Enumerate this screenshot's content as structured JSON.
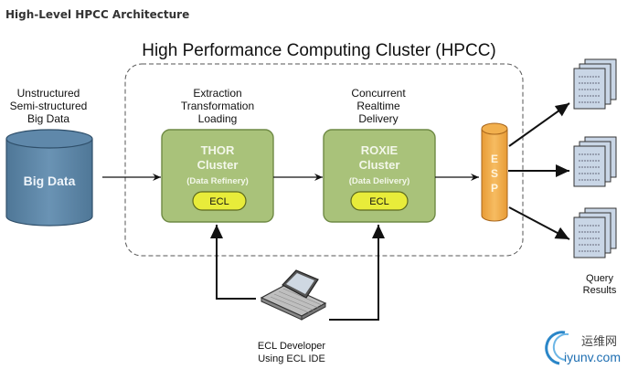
{
  "page_title": "High-Level HPCC Architecture",
  "cluster_title": "High Performance Computing Cluster (HPCC)",
  "source": {
    "caption": [
      "Unstructured",
      "Semi-structured",
      "Big Data"
    ],
    "label": "Big Data"
  },
  "thor": {
    "caption": [
      "Extraction",
      "Transformation",
      "Loading"
    ],
    "title": [
      "THOR",
      "Cluster"
    ],
    "subtitle": "(Data Refinery)",
    "badge": "ECL"
  },
  "roxie": {
    "caption": [
      "Concurrent",
      "Realtime",
      "Delivery"
    ],
    "title": [
      "ROXIE",
      "Cluster"
    ],
    "subtitle": "(Data Delivery)",
    "badge": "ECL"
  },
  "esp": {
    "letters": [
      "E",
      "S",
      "P"
    ]
  },
  "results": {
    "caption": [
      "Query",
      "Results"
    ]
  },
  "developer": {
    "caption": [
      "ECL Developer",
      "Using ECL IDE"
    ]
  },
  "watermark": {
    "cn": "运维网",
    "en": "iyunv.com"
  },
  "colors": {
    "cluster_box": "#a9c27a",
    "cluster_box_border": "#6f8a45",
    "ecl_badge": "#e8ec3a",
    "database": "#5b84a6",
    "esp": "#f2b04e",
    "document": "#c9d6e6"
  }
}
